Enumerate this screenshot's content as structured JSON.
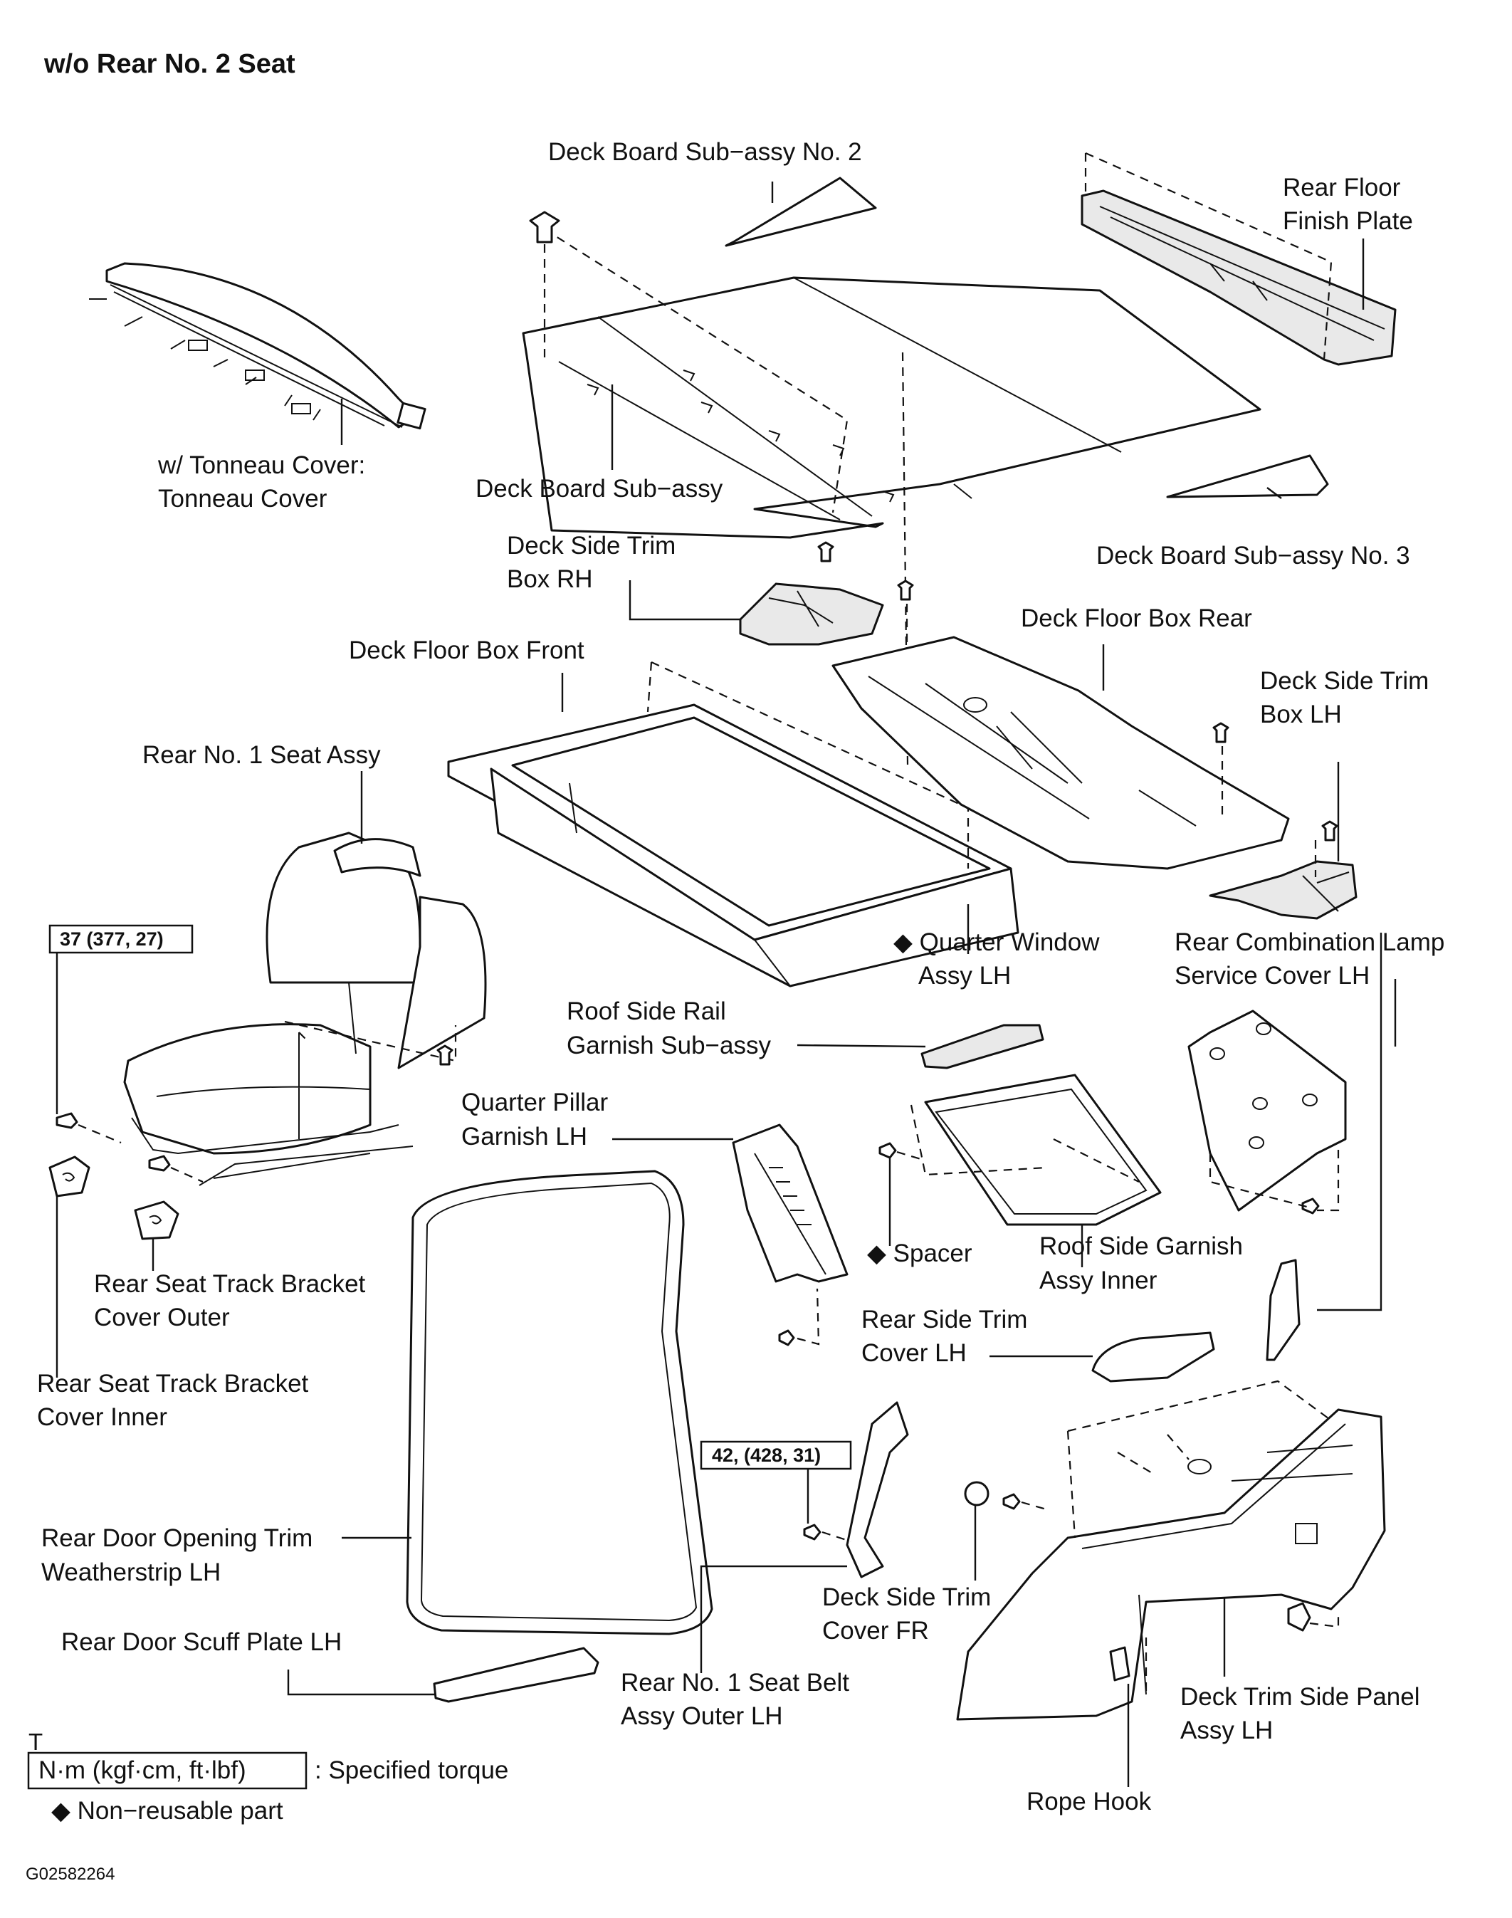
{
  "title": "w/o Rear No. 2 Seat",
  "labels": {
    "deck_board_no2": "Deck Board Sub−assy No. 2",
    "rear_floor_finish_plate_1": "Rear Floor",
    "rear_floor_finish_plate_2": "Finish Plate",
    "tonneau_1": "w/ Tonneau Cover:",
    "tonneau_2": "Tonneau Cover",
    "deck_board": "Deck Board Sub−assy",
    "deck_board_no3": "Deck Board Sub−assy No. 3",
    "deck_side_trim_box_rh_1": "Deck Side Trim",
    "deck_side_trim_box_rh_2": "Box RH",
    "deck_floor_box_rear": "Deck Floor Box Rear",
    "deck_floor_box_front": "Deck Floor Box Front",
    "deck_side_trim_box_lh_1": "Deck Side Trim",
    "deck_side_trim_box_lh_2": "Box LH",
    "rear_no1_seat_assy": "Rear No. 1 Seat Assy",
    "quarter_window_1": "◆ Quarter Window",
    "quarter_window_2": "Assy LH",
    "rear_comb_lamp_1": "Rear Combination Lamp",
    "rear_comb_lamp_2": "Service Cover LH",
    "roof_side_rail_1": "Roof Side Rail",
    "roof_side_rail_2": "Garnish Sub−assy",
    "quarter_pillar_1": "Quarter Pillar",
    "quarter_pillar_2": "Garnish LH",
    "spacer": "◆ Spacer",
    "roof_side_garnish_1": "Roof Side Garnish",
    "roof_side_garnish_2": "Assy Inner",
    "track_outer_1": "Rear Seat Track Bracket",
    "track_outer_2": "Cover Outer",
    "rear_side_trim_1": "Rear Side Trim",
    "rear_side_trim_2": "Cover LH",
    "track_inner_1": "Rear Seat Track Bracket",
    "track_inner_2": "Cover Inner",
    "weatherstrip_1": "Rear Door Opening Trim",
    "weatherstrip_2": "Weatherstrip LH",
    "deck_side_trim_cover_1": "Deck Side Trim",
    "deck_side_trim_cover_2": "Cover FR",
    "scuff_plate": "Rear Door Scuff Plate LH",
    "seat_belt_1": "Rear No. 1 Seat Belt",
    "seat_belt_2": "Assy Outer LH",
    "deck_trim_panel_1": "Deck Trim Side Panel",
    "deck_trim_panel_2": "Assy LH",
    "rope_hook": "Rope Hook"
  },
  "torques": {
    "seat": "37 (377, 27)",
    "belt": "42, (428, 31)"
  },
  "legend": {
    "marker": "T",
    "unit_box": "N·m (kgf·cm, ft·lbf)",
    "unit_text": ": Specified torque",
    "nonreusable": "◆ Non−reusable part"
  },
  "figure_code": "G02582264"
}
